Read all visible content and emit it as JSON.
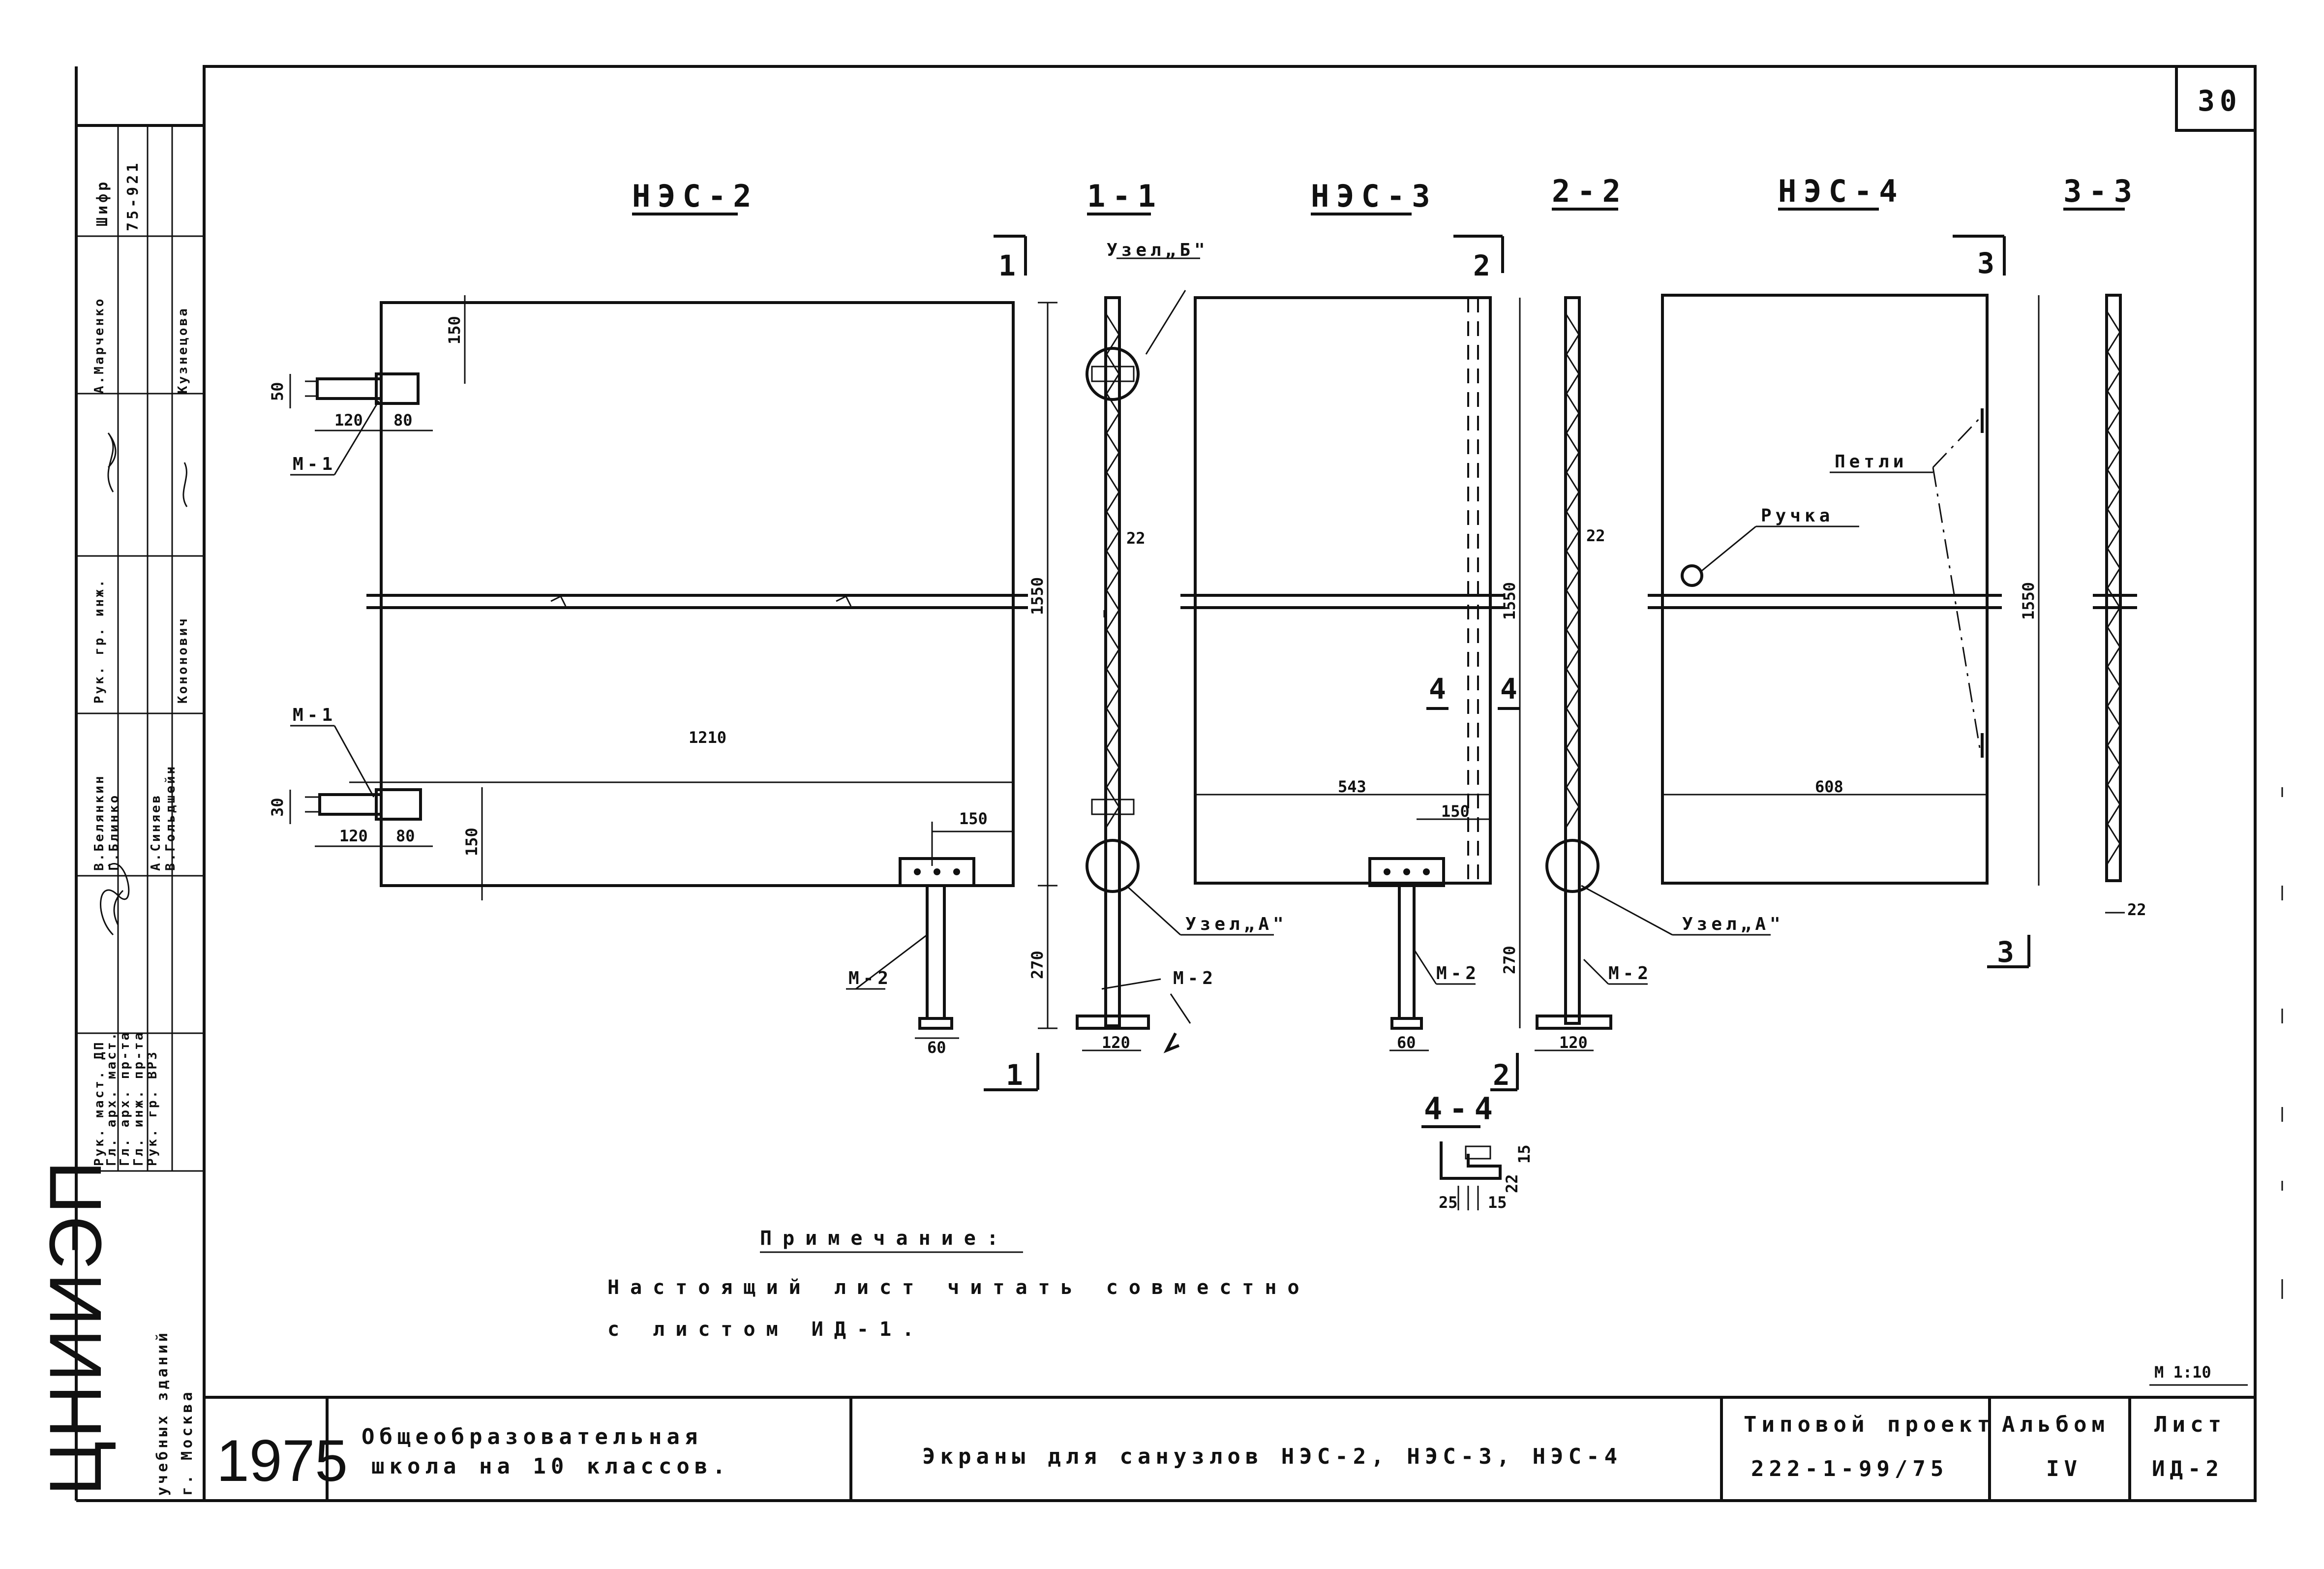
{
  "sheet": {
    "page_number": "30",
    "scale": "М 1:10",
    "year": "1975",
    "institute": "ЦНИИЭП",
    "institute_sub1": "учебных зданий",
    "institute_sub2": "г. Москва"
  },
  "views": {
    "nes2_title": "НЭС-2",
    "nes3_title": "НЭС-3",
    "nes4_title": "НЭС-4",
    "sec11_title": "1-1",
    "sec22_title": "2-2",
    "sec33_title": "3-3",
    "sec44_title": "4-4"
  },
  "section_marks": {
    "m1": "1",
    "m2": "2",
    "m3": "3",
    "m4": "4"
  },
  "dimensions": {
    "d150": "150",
    "d50": "50",
    "d120": "120",
    "d80": "80",
    "d1210": "1210",
    "d1550": "1550",
    "d270": "270",
    "d60": "60",
    "d22": "22",
    "d543": "543",
    "d608": "608",
    "d15": "15",
    "d25": "25",
    "d30": "30"
  },
  "labels": {
    "m1": "М-1",
    "m2": "М-2",
    "node_b": "Узел„Б\"",
    "node_a": "Узел„А\"",
    "hinges": "Петли",
    "handle": "Ручка"
  },
  "note": {
    "heading": "Примечание:",
    "line1": "Настоящий лист читать совместно",
    "line2": "с листом ИД-1."
  },
  "title_block": {
    "object": "Общеобразовательная",
    "object2": "школа на 10 классов.",
    "sheet_name": "Экраны для санузлов НЭС-2, НЭС-3, НЭС-4",
    "project_label": "Типовой проект",
    "project_number": "222-1-99/75",
    "album_label": "Альбом",
    "album_value": "IV",
    "sheet_label": "Лист",
    "sheet_value": "ИД-2"
  },
  "side_stamp": {
    "cipher": "Шифр",
    "cipher_value": "75-921",
    "roles": [
      "Рук. маст. ДП",
      "Гл. арх. маст.",
      "Гл. арх. пр-та",
      "Гл. инж. пр-та",
      "Рук. гр. ВРЗ",
      "Рук. гр. инж."
    ],
    "names": [
      "В.Белянкин",
      "Г.Блинко",
      "А.Синяев",
      "В.Гольдшейн",
      "Кононович",
      "А.Марченко",
      "Кузнецова"
    ]
  }
}
